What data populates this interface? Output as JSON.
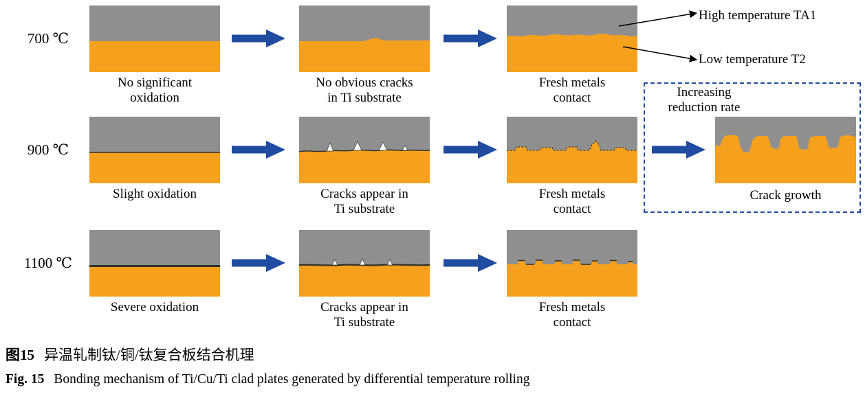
{
  "colors": {
    "ti-gray": "#8f8f8f",
    "cu-orange": "#f5a11e",
    "arrow-blue": "#1f4ca0",
    "line-dark": "#33302a"
  },
  "rows": [
    {
      "temp_label": "700 ℃",
      "panels": [
        {
          "caption": "No significant\noxidation"
        },
        {
          "caption": "No obvious cracks\nin Ti substrate"
        },
        {
          "caption": "Fresh metals\ncontact"
        }
      ]
    },
    {
      "temp_label": "900 ℃",
      "panels": [
        {
          "caption": "Slight oxidation"
        },
        {
          "caption": "Cracks appear in\nTi substrate"
        },
        {
          "caption": "Fresh metals\ncontact"
        }
      ]
    },
    {
      "temp_label": "1100 ℃",
      "panels": [
        {
          "caption": "Severe oxidation"
        },
        {
          "caption": "Cracks appear in\nTi substrate"
        },
        {
          "caption": "Fresh metals\ncontact"
        }
      ]
    }
  ],
  "annotations": {
    "high_temp": "High temperature TA1",
    "low_temp": "Low temperature T2",
    "increasing_reduction": "Increasing\nreduction rate",
    "crack_growth": "Crack growth"
  },
  "figure_caption": {
    "cn_prefix": "图15",
    "cn_text": "异温轧制钛/铜/钛复合板结合机理",
    "en_prefix": "Fig. 15",
    "en_text": "Bonding mechanism of Ti/Cu/Ti clad plates generated by differential temperature rolling"
  }
}
